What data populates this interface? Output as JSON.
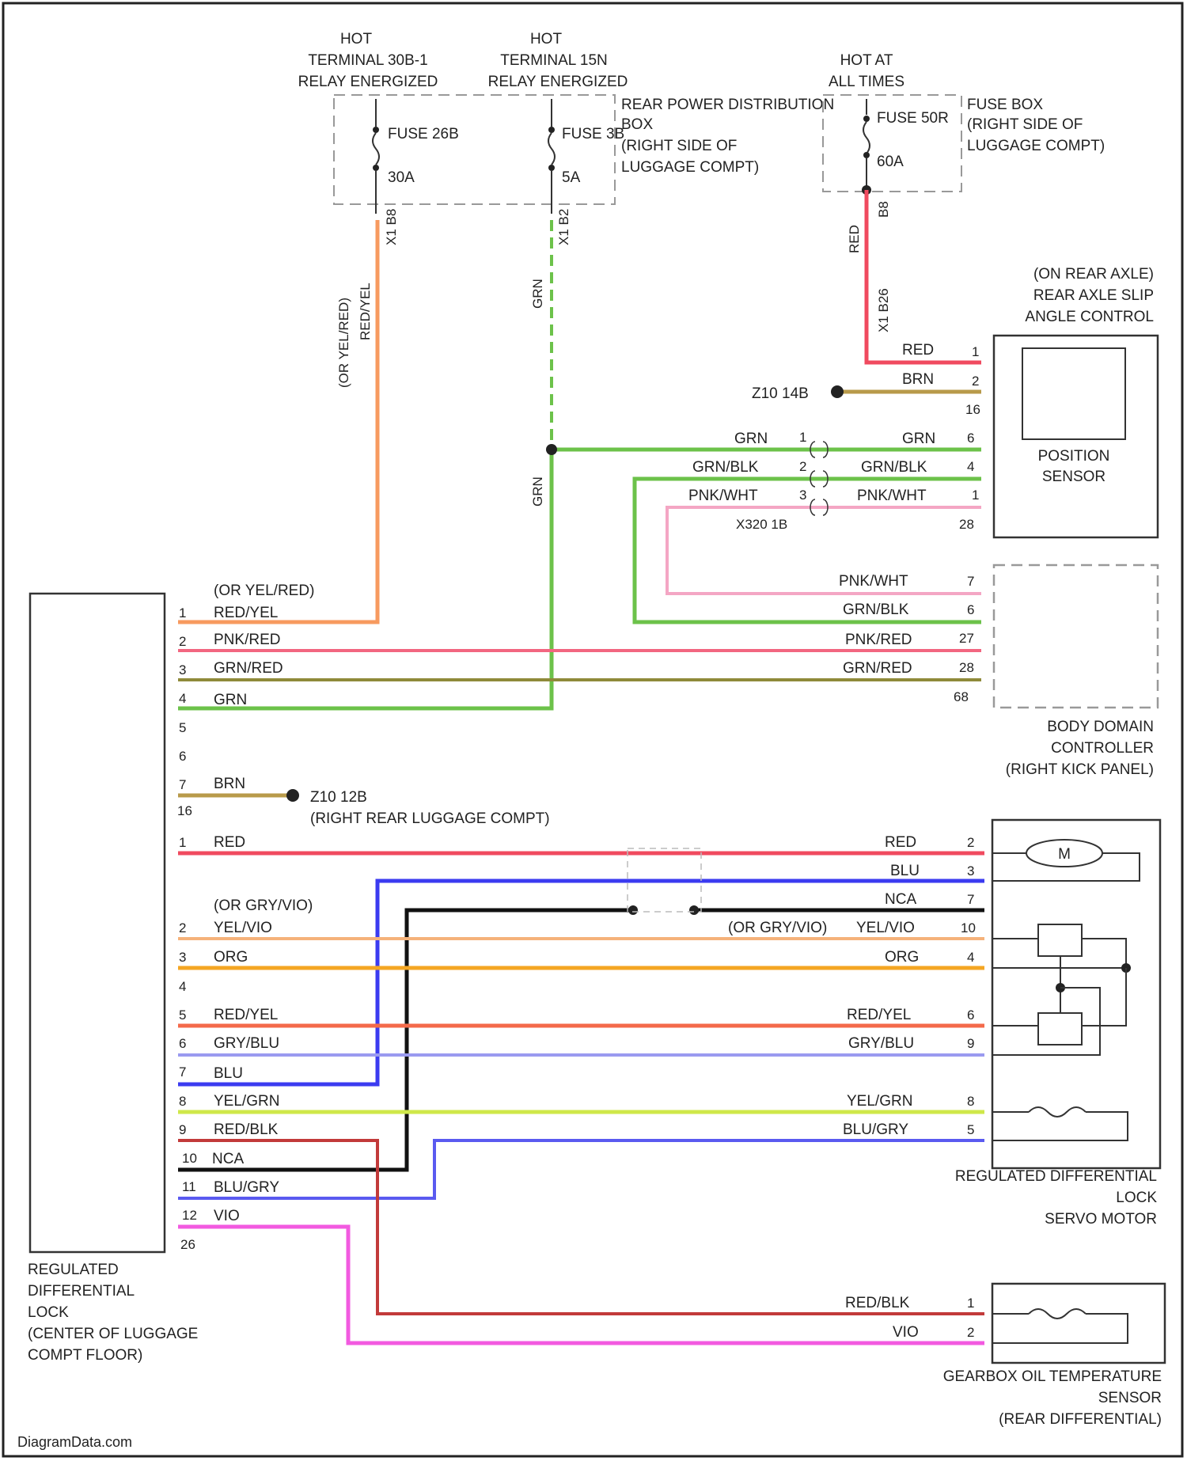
{
  "sources": {
    "hot1": {
      "l1": "HOT",
      "l2": "TERMINAL 30B-1",
      "l3": "RELAY ENERGIZED"
    },
    "hot2": {
      "l1": "HOT",
      "l2": "TERMINAL 15N",
      "l3": "RELAY ENERGIZED"
    },
    "hot3": {
      "l1": "HOT AT",
      "l2": "ALL TIMES"
    }
  },
  "fuses": {
    "f1_name": "FUSE 26B",
    "f1_amp": "30A",
    "f2_name": "FUSE 3B",
    "f2_amp": "5A",
    "f3_name": "FUSE 50R",
    "f3_amp": "60A",
    "box1": {
      "l1": "REAR POWER DISTRIBUTION",
      "l2": "BOX",
      "l3": "(RIGHT SIDE OF",
      "l4": "LUGGAGE COMPT)"
    },
    "box2": {
      "l1": "FUSE BOX",
      "l2": "(RIGHT SIDE OF",
      "l3": "LUGGAGE COMPT)"
    }
  },
  "connectors": {
    "x1": "X1 B8",
    "x2": "X1 B2",
    "x3": "B8",
    "x4": "X1 B26",
    "x320": "X320 1B",
    "g140": "Z10 14B",
    "g120": "Z10 12B",
    "g120_loc": "(RIGHT REAR LUGGAGE COMPT)"
  },
  "wire_labels": {
    "orange_alt": "(OR YEL/RED)",
    "orange_main": "RED/YEL",
    "grn": "GRN",
    "red": "RED",
    "brn": "BRN",
    "grn_blk": "GRN/BLK",
    "pnk_wht": "PNK/WHT",
    "pnk_red": "PNK/RED",
    "grn_red": "GRN/RED",
    "blu": "BLU",
    "nca": "NCA",
    "gry_vio_alt": "(OR GRY/VIO)",
    "yel_vio": "YEL/VIO",
    "org": "ORG",
    "gry_blu": "GRY/BLU",
    "yel_grn": "YEL/GRN",
    "red_blk": "RED/BLK",
    "blu_gry": "BLU/GRY",
    "vio": "VIO"
  },
  "components": {
    "pos_sensor": {
      "t1": "(ON REAR AXLE)",
      "t2": "REAR AXLE SLIP",
      "t3": "ANGLE CONTROL",
      "inner1": "POSITION",
      "inner2": "SENSOR"
    },
    "bdc": {
      "t1": "BODY DOMAIN",
      "t2": "CONTROLLER",
      "t3": "(RIGHT KICK PANEL)"
    },
    "servo": {
      "t1": "REGULATED DIFFERENTIAL",
      "t2": "LOCK",
      "t3": "SERVO MOTOR",
      "motor": "M"
    },
    "gbx": {
      "t1": "GEARBOX OIL TEMPERATURE",
      "t2": "SENSOR",
      "t3": "(REAR DIFFERENTIAL)"
    },
    "rdl": {
      "t1": "REGULATED",
      "t2": "DIFFERENTIAL",
      "t3": "LOCK",
      "t4": "(CENTER OF LUGGAGE",
      "t5": "COMPT FLOOR)"
    }
  },
  "pins": {
    "rdl_a": [
      "1",
      "2",
      "3",
      "4",
      "5",
      "6",
      "7"
    ],
    "rdl_a_conn": "16",
    "rdl_b": [
      "1",
      "2",
      "3",
      "4",
      "5",
      "6",
      "7",
      "8",
      "9",
      "10",
      "11",
      "12"
    ],
    "rdl_b_conn": "26",
    "pos": [
      "1",
      "2",
      "6",
      "4",
      "1"
    ],
    "pos_conn1": "16",
    "pos_conn2": "28",
    "x320": [
      "1",
      "2",
      "3"
    ],
    "bdc": [
      "7",
      "6",
      "27",
      "28"
    ],
    "bdc_conn": "68",
    "servo": [
      "2",
      "3",
      "7",
      "10",
      "4",
      "6",
      "9",
      "8",
      "5"
    ],
    "gbx": [
      "1",
      "2"
    ]
  },
  "watermark": "DiagramData.com",
  "colors": {
    "orange": "#f79a5f",
    "green": "#6cc24a",
    "red": "#f04a5f",
    "brown": "#b89a4a",
    "pink_light": "#f4a6c4",
    "pink_red": "#f26680",
    "grn_red": "#8f8a3a",
    "blue": "#3b3bf0",
    "black": "#111111",
    "yel_vio": "#f5b27a",
    "org": "#f4a623",
    "red_yel": "#f46a4a",
    "gry_blu": "#9a9af0",
    "yel_grn": "#cfe84a",
    "red_blk": "#c23a3a",
    "blu_gry": "#5a5af0",
    "violet": "#f25ae0"
  }
}
